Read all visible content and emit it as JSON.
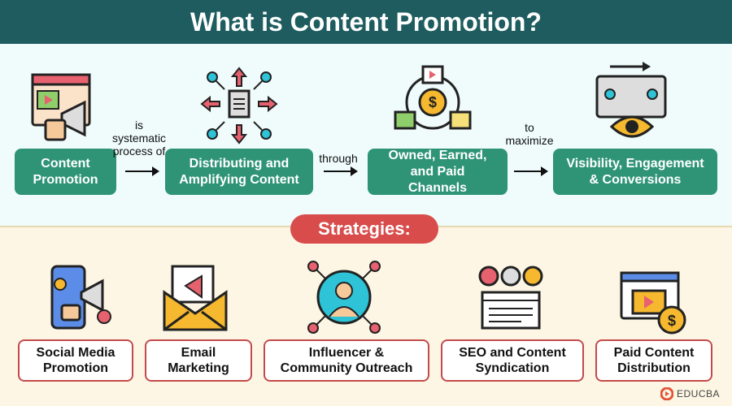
{
  "title": "What is Content Promotion?",
  "flow": {
    "boxes": [
      "Content Promotion",
      "Distributing and Amplifying Content",
      "Owned, Earned, and Paid Channels",
      "Visibility, Engagement & Conversions"
    ],
    "connectors": [
      "is systematic process of",
      "through",
      "to maximize"
    ]
  },
  "strategies": {
    "label": "Strategies:",
    "items": [
      "Social Media Promotion",
      "Email Marketing",
      "Influencer & Community Outreach",
      "SEO and Content Syndication",
      "Paid Content Distribution"
    ]
  },
  "brand": "EDUCBA",
  "colors": {
    "header": "#1e5c5f",
    "box": "#2f9476",
    "accent": "#d84c4c"
  }
}
